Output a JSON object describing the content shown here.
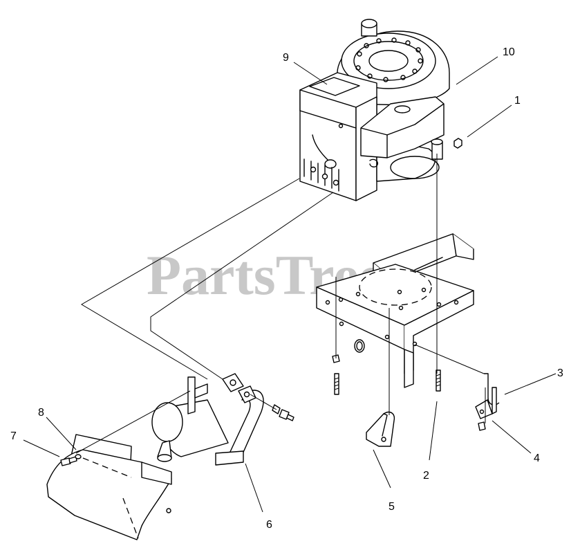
{
  "watermark": "PartsTree",
  "callouts": [
    {
      "id": "1",
      "text": "1"
    },
    {
      "id": "2",
      "text": "2"
    },
    {
      "id": "3",
      "text": "3"
    },
    {
      "id": "4",
      "text": "4"
    },
    {
      "id": "5",
      "text": "5"
    },
    {
      "id": "6",
      "text": "6"
    },
    {
      "id": "7",
      "text": "7"
    },
    {
      "id": "8",
      "text": "8"
    },
    {
      "id": "9",
      "text": "9"
    },
    {
      "id": "10",
      "text": "10"
    }
  ]
}
